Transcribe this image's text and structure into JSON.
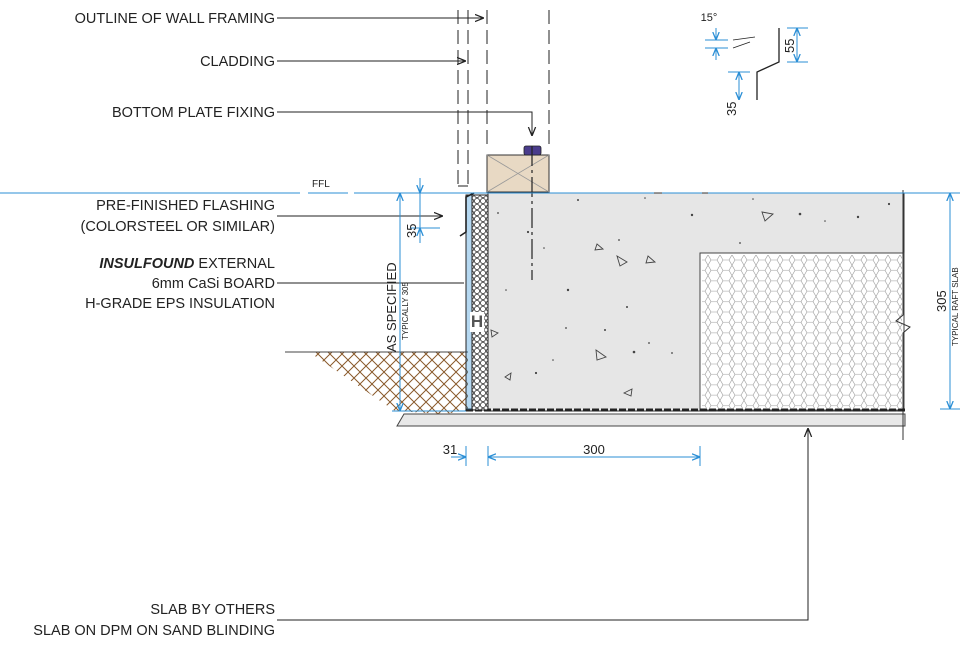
{
  "labels": {
    "wall_framing": "OUTLINE OF WALL FRAMING",
    "cladding": "CLADDING",
    "bottom_plate": "BOTTOM PLATE FIXING",
    "ffl": "FFL",
    "flashing_1": "PRE-FINISHED FLASHING",
    "flashing_2": "(COLORSTEEL OR SIMILAR)",
    "insulfound_bold": "INSULFOUND",
    "insulfound_rest": " EXTERNAL",
    "casi_board": "6mm CaSi BOARD",
    "eps": "H-GRADE EPS INSULATION",
    "slab_by_others": "SLAB BY OTHERS",
    "slab_on_dpm": "SLAB ON DPM ON SAND BLINDING",
    "panel_mark": "H"
  },
  "dimensions": {
    "flashing_height": "35",
    "as_specified": "AS SPECIFIED",
    "typically": "TYPICALLY 305",
    "board_thickness": "31",
    "edge_width": "300",
    "slab_depth": "305",
    "typical_raft": "TYPICAL RAFT SLAB"
  },
  "flashing_detail": {
    "angle": "15°",
    "upstand": "55",
    "drip": "35"
  },
  "colors": {
    "dimension_blue": "#2b8fd6",
    "concrete": "#e6e6e6",
    "timber": "#e8d9c4",
    "soil": "#8a5a2b",
    "line": "#222222"
  }
}
